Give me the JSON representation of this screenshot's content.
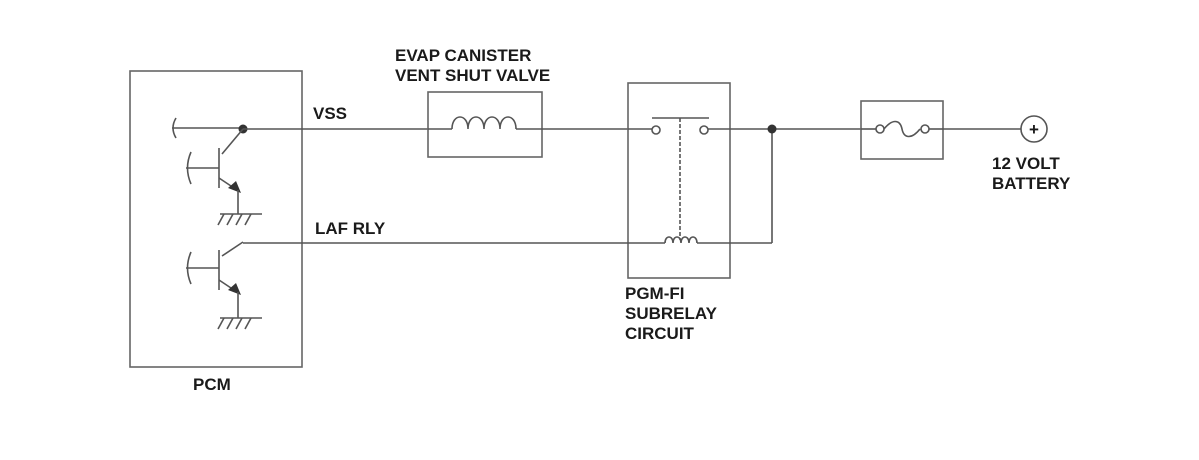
{
  "labels": {
    "pcm": "PCM",
    "vss": "VSS",
    "laf_rly": "LAF RLY",
    "evap_line1": "EVAP CANISTER",
    "evap_line2": "VENT SHUT VALVE",
    "pgm_line1": "PGM-FI",
    "pgm_line2": "SUBRELAY",
    "pgm_line3": "CIRCUIT",
    "battery_line1": "12 VOLT",
    "battery_line2": "BATTERY",
    "battery_symbol": "+"
  },
  "colors": {
    "line": "#555555",
    "text": "#1a1a1a",
    "background": "#ffffff"
  }
}
